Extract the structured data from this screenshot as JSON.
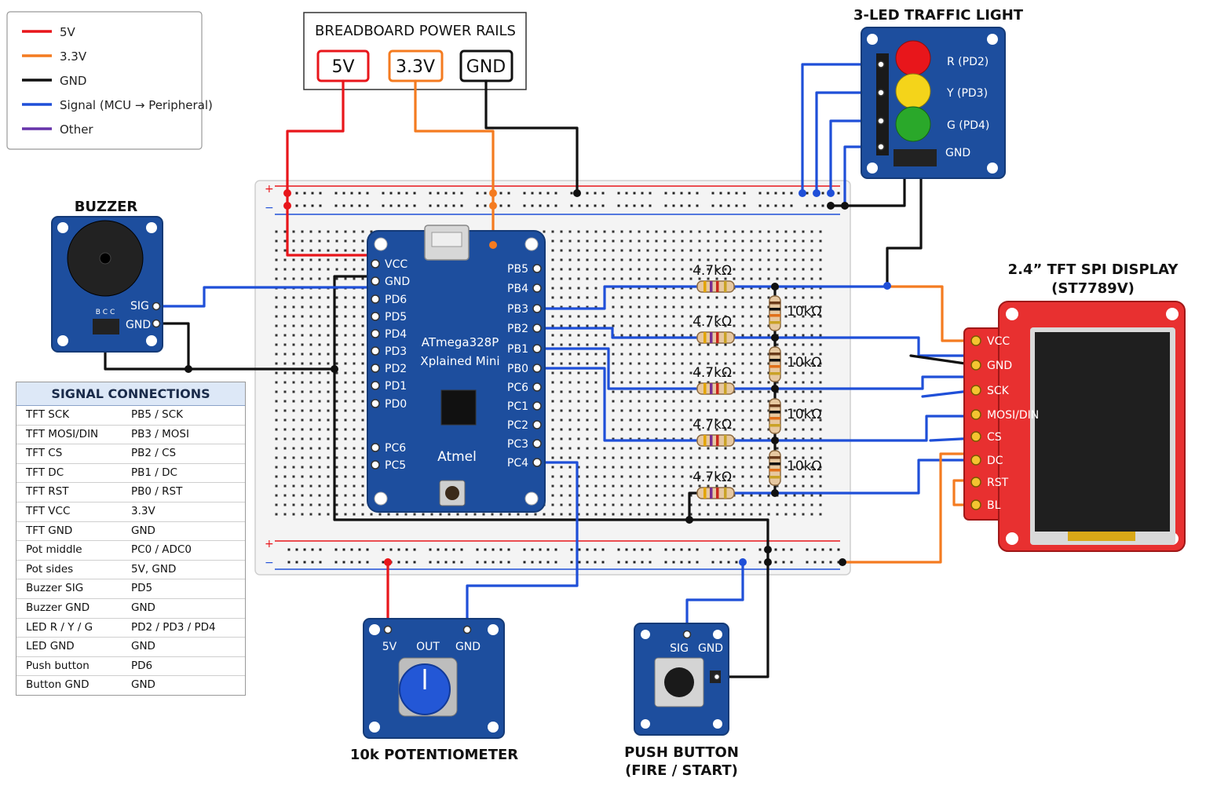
{
  "legend": {
    "items": [
      {
        "label": "5V",
        "color": "#e8161b"
      },
      {
        "label": "3.3V",
        "color": "#f47b20"
      },
      {
        "label": "GND",
        "color": "#111111"
      },
      {
        "label": "Signal (MCU → Peripheral)",
        "color": "#1f4fd8"
      },
      {
        "label": "Other",
        "color": "#6633aa"
      }
    ]
  },
  "power_rails": {
    "title": "BREADBOARD POWER RAILS",
    "labels": [
      "5V",
      "3.3V",
      "GND"
    ]
  },
  "breadboard": {
    "plus": "+",
    "minus": "−"
  },
  "mcu": {
    "name_line1": "ATmega328P",
    "name_line2": "Xplained Mini",
    "brand": "Atmel",
    "left_pins": [
      "VCC",
      "GND",
      "PD6",
      "PD5",
      "PD4",
      "PD3",
      "PD2",
      "PD1",
      "PD0",
      "PC6",
      "PC5"
    ],
    "right_pins": [
      "PB5",
      "PB4",
      "PB3",
      "PB2",
      "PB1",
      "PB0",
      "PC6",
      "PC1",
      "PC2",
      "PC3",
      "PC4"
    ]
  },
  "buzzer": {
    "title": "BUZZER",
    "sig": "SIG",
    "gnd": "GND",
    "header": "B C C"
  },
  "traffic_light": {
    "title": "3-LED TRAFFIC LIGHT",
    "labels": [
      "R (PD2)",
      "Y (PD3)",
      "G (PD4)",
      "GND"
    ]
  },
  "display": {
    "title_line1": "2.4” TFT SPI DISPLAY",
    "title_line2": "(ST7789V)",
    "pins": [
      "VCC",
      "GND",
      "SCK",
      "MOSI/DIN",
      "CS",
      "DC",
      "RST",
      "BL"
    ]
  },
  "resistors": {
    "series": [
      "4.7kΩ",
      "4.7kΩ",
      "4.7kΩ",
      "4.7kΩ",
      "4.7kΩ"
    ],
    "shunt": [
      "10kΩ",
      "10kΩ",
      "10kΩ",
      "10kΩ"
    ]
  },
  "potentiometer": {
    "title": "10k POTENTIOMETER",
    "pins": [
      "5V",
      "OUT",
      "GND"
    ]
  },
  "push_button": {
    "title_line1": "PUSH BUTTON",
    "title_line2": "(FIRE / START)",
    "pins": [
      "SIG",
      "GND"
    ]
  },
  "signal_table": {
    "title": "SIGNAL CONNECTIONS",
    "rows": [
      [
        "TFT SCK",
        "PB5 / SCK"
      ],
      [
        "TFT MOSI/DIN",
        "PB3 / MOSI"
      ],
      [
        "TFT CS",
        "PB2 / CS"
      ],
      [
        "TFT DC",
        "PB1 / DC"
      ],
      [
        "TFT RST",
        "PB0 / RST"
      ],
      [
        "TFT VCC",
        "3.3V"
      ],
      [
        "TFT GND",
        "GND"
      ],
      [
        "Pot middle",
        "PC0 / ADC0"
      ],
      [
        "Pot sides",
        "5V, GND"
      ],
      [
        "Buzzer SIG",
        "PD5"
      ],
      [
        "Buzzer GND",
        "GND"
      ],
      [
        "LED R / Y / G",
        "PD2 / PD3 / PD4"
      ],
      [
        "LED GND",
        "GND"
      ],
      [
        "Push button",
        "PD6"
      ],
      [
        "Button GND",
        "GND"
      ]
    ]
  }
}
